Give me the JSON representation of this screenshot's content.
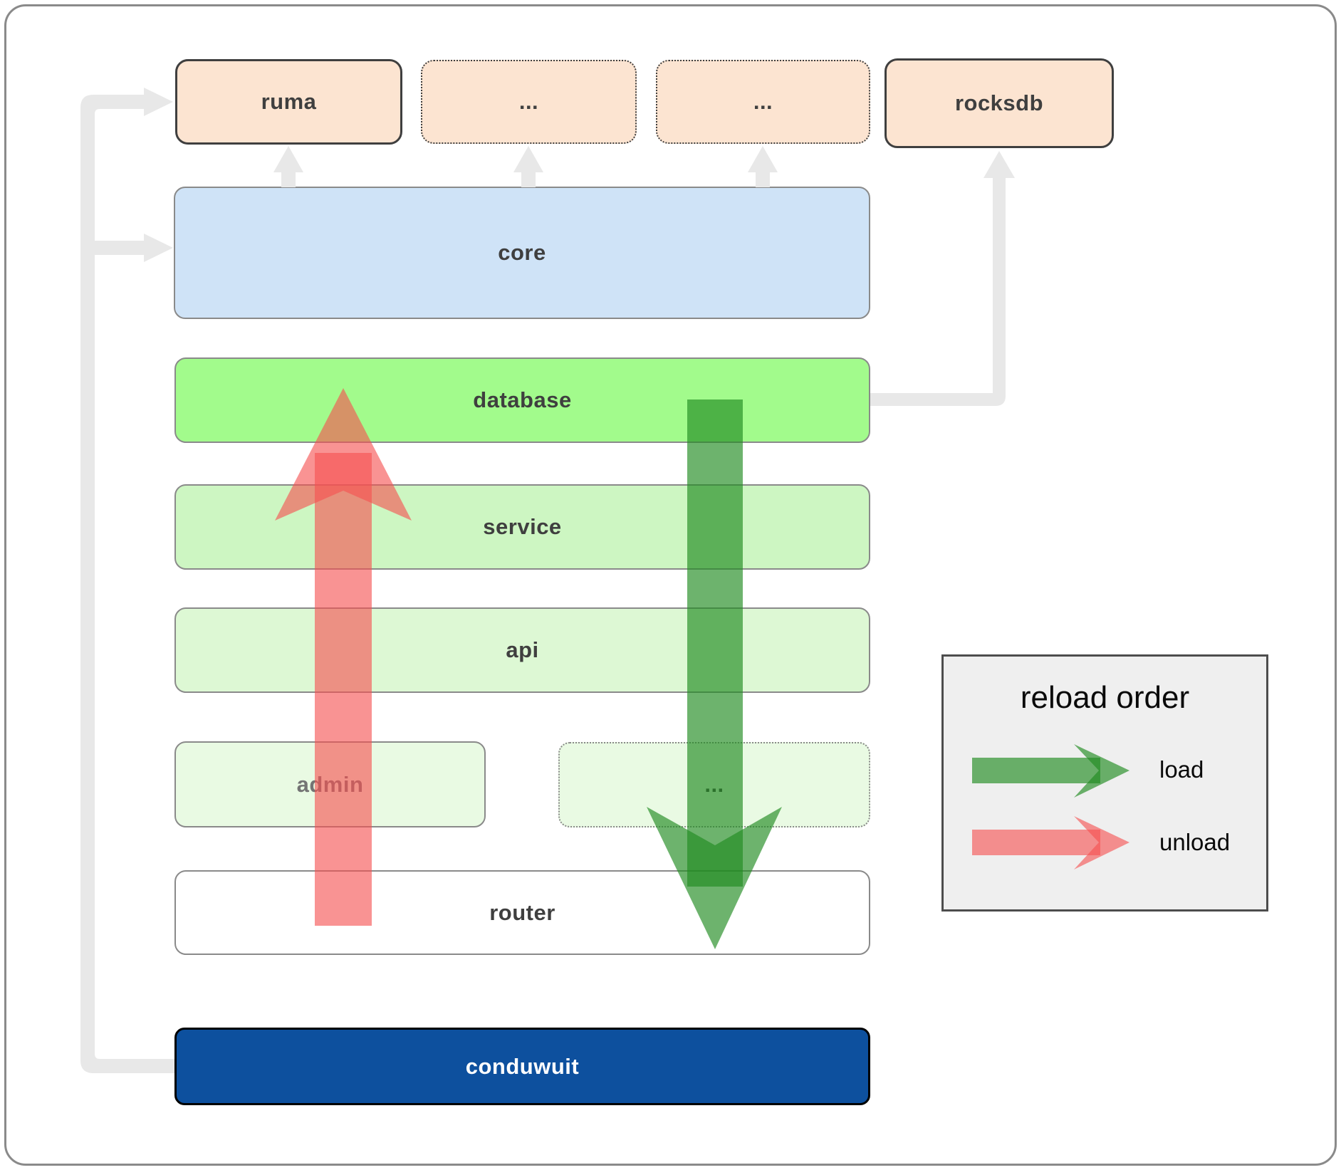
{
  "boxes": {
    "ruma": {
      "label": "ruma"
    },
    "crates_more_1": {
      "label": "..."
    },
    "crates_more_2": {
      "label": "..."
    },
    "rocksdb": {
      "label": "rocksdb"
    },
    "core": {
      "label": "core"
    },
    "database": {
      "label": "database"
    },
    "service": {
      "label": "service"
    },
    "api": {
      "label": "api"
    },
    "admin": {
      "label": "admin"
    },
    "admin_more": {
      "label": "..."
    },
    "router": {
      "label": "router"
    },
    "conduwuit": {
      "label": "conduwuit"
    }
  },
  "legend": {
    "title": "reload order",
    "items": [
      {
        "label": "load",
        "color": "rgba(34,139,34,0.66)"
      },
      {
        "label": "unload",
        "color": "rgba(245,80,80,0.62)"
      }
    ]
  },
  "colors": {
    "crate_fill": "#fce4d1",
    "core_fill": "#cfe3f7",
    "database_fill": "#a2fb8c",
    "service_fill": "#cdf6c2",
    "api_fill": "#ddf8d4",
    "admin_fill": "#e9fae3",
    "router_fill": "#ffffff",
    "conduwuit_fill": "#0d509e",
    "conduwuit_text": "#ffffff",
    "label_text": "#3f3f3f",
    "connector_gray": "#e8e8e8",
    "load_arrow": "rgba(34,139,34,0.66)",
    "unload_arrow": "rgba(245,80,80,0.62)",
    "legend_fill": "#efefef",
    "frame_border": "#8a8a8a"
  }
}
